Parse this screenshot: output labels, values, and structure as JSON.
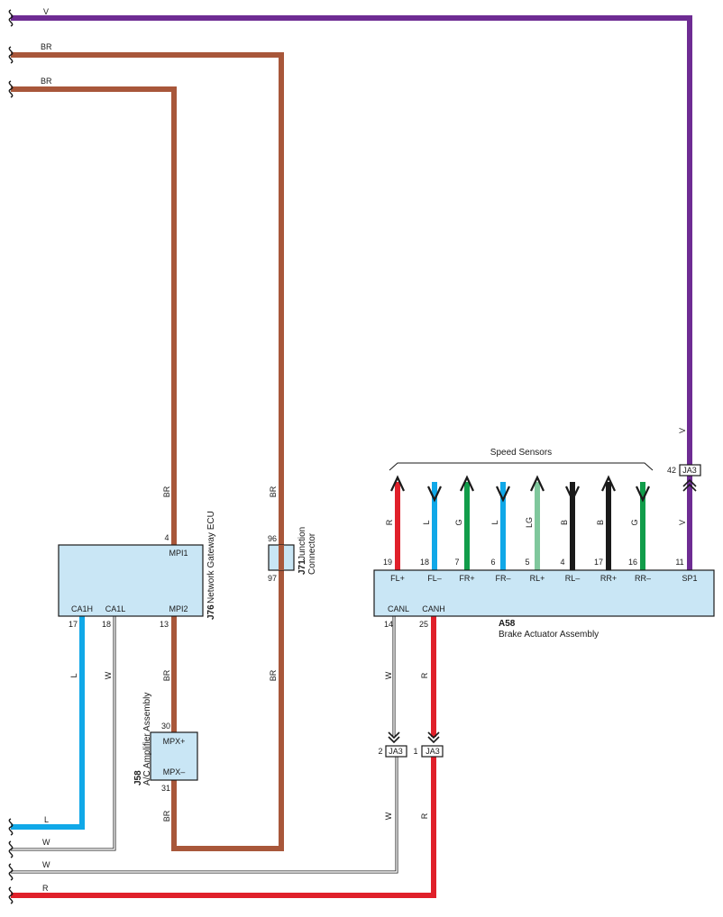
{
  "colors": {
    "V": "#6e2c93",
    "BR": "#a8573a",
    "L": "#10a8e8",
    "W": "#ffffff",
    "R": "#e0202a",
    "G": "#119d4a",
    "LG": "#7fc79c",
    "B": "#1a1a1a",
    "box_fill": "#c9e6f5",
    "outline": "#1a1a1a"
  },
  "wire_labels": {
    "v_top": "V",
    "br_top1": "BR",
    "br_top2": "BR",
    "br_mpi1": "BR",
    "br_j71_top": "BR",
    "br_j71_bot": "BR",
    "br_mpi2": "BR",
    "br_mpx": "BR",
    "l_ca1h": "L",
    "w_ca1l": "W",
    "w_canl": "W",
    "r_canh": "R",
    "w_canl_low": "W",
    "r_canh_low": "R",
    "v_ja3_up": "V",
    "v_ja3_down": "V",
    "l_bottom": "L",
    "w_bottom1": "W",
    "w_bottom2": "W",
    "r_bottom": "R"
  },
  "j76": {
    "code": "J76",
    "name": "Network Gateway ECU",
    "pins": {
      "mpi1": "MPI1",
      "mpi2": "MPI2",
      "ca1h": "CA1H",
      "ca1l": "CA1L"
    },
    "pin_nums": {
      "mpi1": "4",
      "mpi2": "13",
      "ca1h": "17",
      "ca1l": "18"
    }
  },
  "j58": {
    "code": "J58",
    "name": "A/C Amplifier Assembly",
    "pins": {
      "mpxp": "MPX+",
      "mpxm": "MPX–"
    },
    "pin_nums": {
      "mpxp": "30",
      "mpxm": "31"
    }
  },
  "j71": {
    "code": "J71",
    "name1": "Junction",
    "name2": "Connector",
    "pin_nums": {
      "top": "96",
      "bottom": "97"
    }
  },
  "a58": {
    "code": "A58",
    "name": "Brake Actuator Assembly",
    "sensors_title": "Speed Sensors",
    "canl": "CANL",
    "canh": "CANH",
    "canl_num": "14",
    "canh_num": "25",
    "sp1": "SP1",
    "sp1_num": "11",
    "sensors": [
      {
        "pin": "FL+",
        "num": "19",
        "color": "R",
        "dir": "up"
      },
      {
        "pin": "FL–",
        "num": "18",
        "color": "L",
        "dir": "down"
      },
      {
        "pin": "FR+",
        "num": "7",
        "color": "G",
        "dir": "up"
      },
      {
        "pin": "FR–",
        "num": "6",
        "color": "L",
        "dir": "down"
      },
      {
        "pin": "RL+",
        "num": "5",
        "color": "LG",
        "dir": "up"
      },
      {
        "pin": "RL–",
        "num": "4",
        "color": "B",
        "dir": "down"
      },
      {
        "pin": "RR+",
        "num": "17",
        "color": "B",
        "dir": "up"
      },
      {
        "pin": "RR–",
        "num": "16",
        "color": "G",
        "dir": "down"
      }
    ]
  },
  "ja3": {
    "label": "JA3",
    "v_num": "42",
    "w_num": "2",
    "r_num": "1"
  }
}
